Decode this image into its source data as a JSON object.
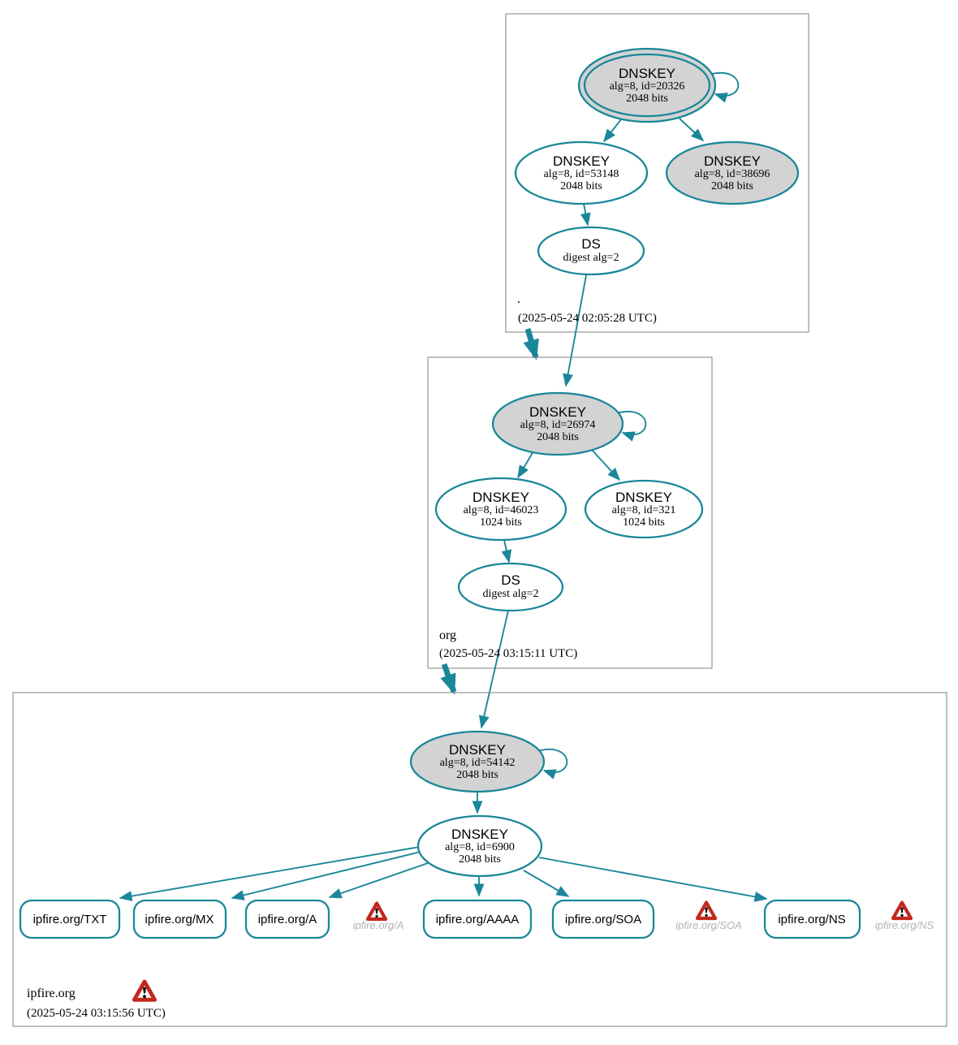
{
  "colors": {
    "edge": "#1A8799",
    "node_fill": "#D3D3D3",
    "zone_border": "#7F7F7F",
    "warning": "#C3271D",
    "denied_text": "#B3B3B3",
    "text": "#000000",
    "background": "#FFFFFF"
  },
  "zones": {
    "root": {
      "label": ".",
      "timestamp": "(2025-05-24 02:05:28 UTC)",
      "ksk": {
        "type": "DNSKEY",
        "detail": "alg=8, id=20326",
        "bits": "2048 bits"
      },
      "zsk": {
        "type": "DNSKEY",
        "detail": "alg=8, id=53148",
        "bits": "2048 bits"
      },
      "ksk2": {
        "type": "DNSKEY",
        "detail": "alg=8, id=38696",
        "bits": "2048 bits"
      },
      "ds": {
        "type": "DS",
        "detail": "digest alg=2"
      }
    },
    "org": {
      "label": "org",
      "timestamp": "(2025-05-24 03:15:11 UTC)",
      "ksk": {
        "type": "DNSKEY",
        "detail": "alg=8, id=26974",
        "bits": "2048 bits"
      },
      "zsk1": {
        "type": "DNSKEY",
        "detail": "alg=8, id=46023",
        "bits": "1024 bits"
      },
      "zsk2": {
        "type": "DNSKEY",
        "detail": "alg=8, id=321",
        "bits": "1024 bits"
      },
      "ds": {
        "type": "DS",
        "detail": "digest alg=2"
      }
    },
    "ipfire": {
      "label": "ipfire.org",
      "timestamp": "(2025-05-24 03:15:56 UTC)",
      "ksk": {
        "type": "DNSKEY",
        "detail": "alg=8, id=54142",
        "bits": "2048 bits"
      },
      "zsk": {
        "type": "DNSKEY",
        "detail": "alg=8, id=6900",
        "bits": "2048 bits"
      },
      "rrsets": [
        {
          "label": "ipfire.org/TXT"
        },
        {
          "label": "ipfire.org/MX"
        },
        {
          "label": "ipfire.org/A"
        },
        {
          "label": "ipfire.org/AAAA"
        },
        {
          "label": "ipfire.org/SOA"
        },
        {
          "label": "ipfire.org/NS"
        }
      ],
      "denied_rrsets": [
        {
          "label": "ipfire.org/A"
        },
        {
          "label": "ipfire.org/SOA"
        },
        {
          "label": "ipfire.org/NS"
        }
      ]
    }
  }
}
